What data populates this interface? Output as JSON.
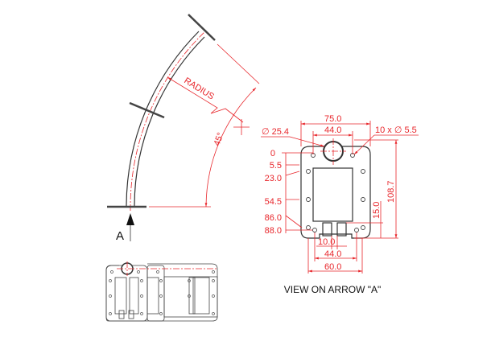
{
  "side_view": {
    "radius_label": "RADIUS",
    "angle_label": "45°",
    "arrow_label": "A"
  },
  "plate_view": {
    "width_overall": "75.0",
    "hole_spacing_top": "44.0",
    "tube_diameter": "∅ 25.4",
    "hole_callout": "10 x ∅ 5.5",
    "vertical_positions": [
      "0",
      "5.5",
      "23.0",
      "54.5",
      "86.0",
      "88.0"
    ],
    "height_overall": "108.7",
    "slot_height": "15.0",
    "slot_gap": "10.0",
    "hole_spacing_bottom": "44.0",
    "base_width": "60.0",
    "caption": "VIEW ON ARROW \"A\""
  },
  "colors": {
    "dimension": "#e8262b",
    "outline": "#333333"
  }
}
